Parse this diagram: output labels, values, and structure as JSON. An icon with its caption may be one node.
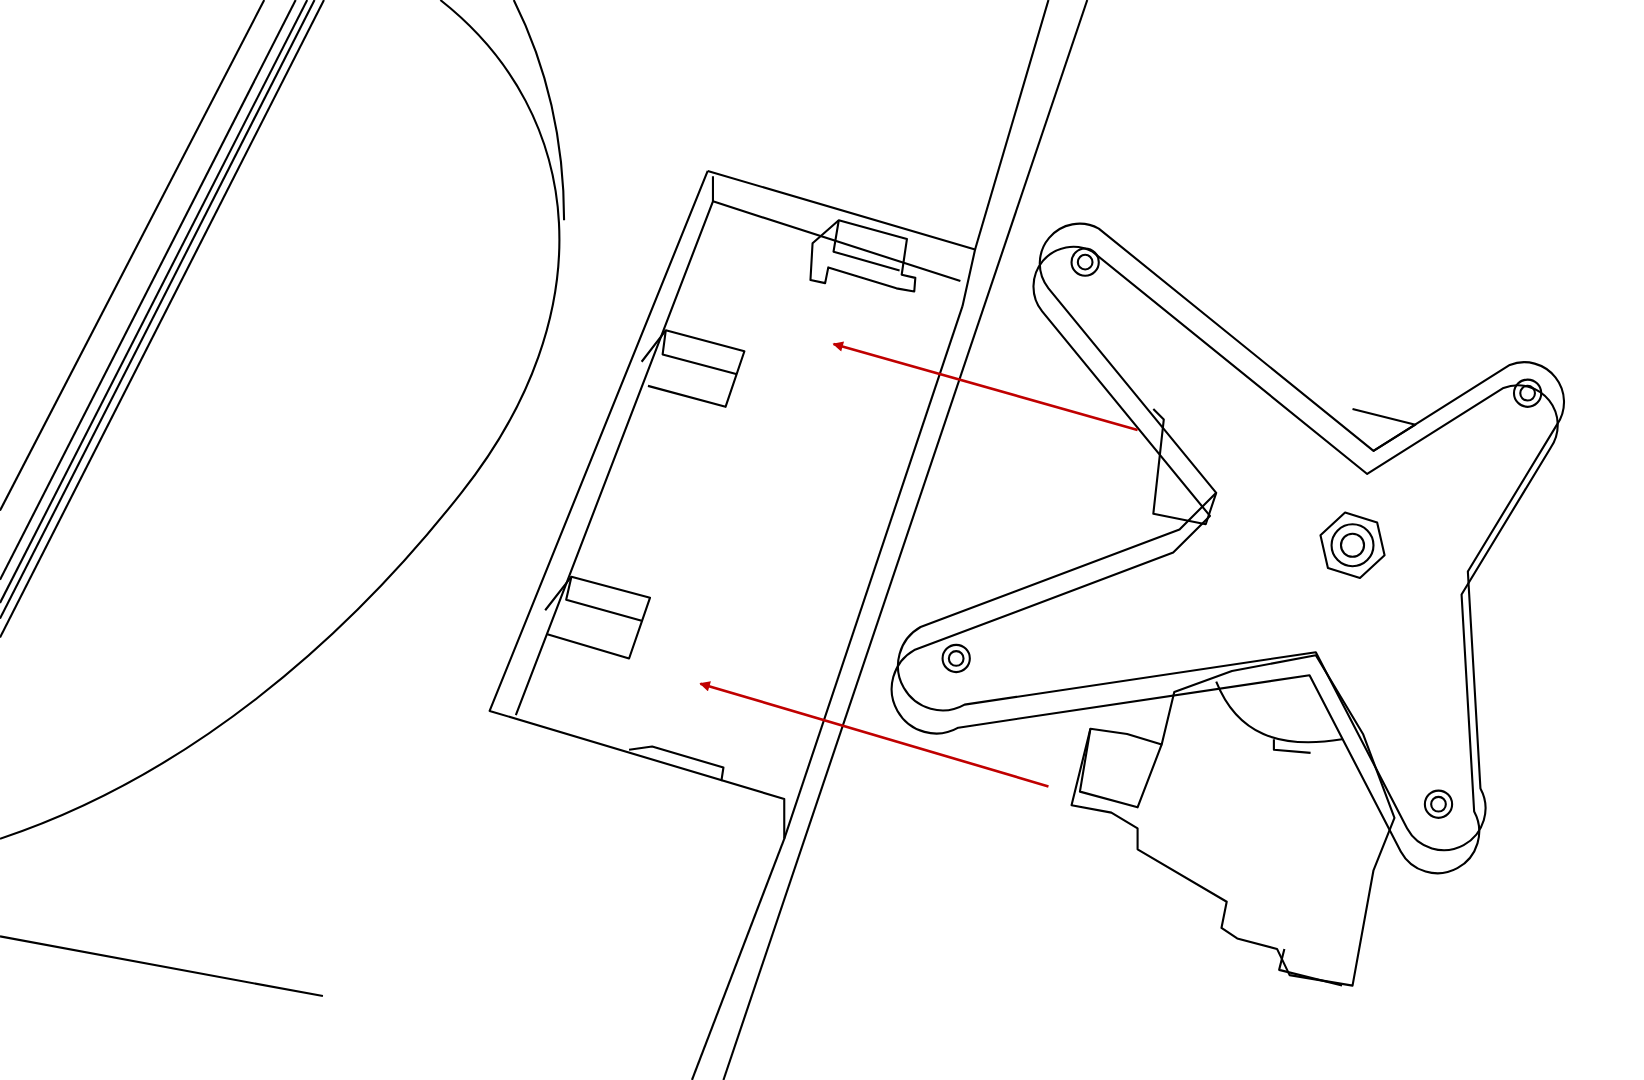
{
  "diagram": {
    "nodes": [
      {
        "text": [],
        "shape": "picture"
      },
      {
        "text": [],
        "shape": "picture"
      }
    ],
    "edges": [
      {
        "from": 1,
        "to": 0,
        "arrow": "to"
      },
      {
        "from": 1,
        "to": 0,
        "arrow": "to"
      }
    ]
  }
}
